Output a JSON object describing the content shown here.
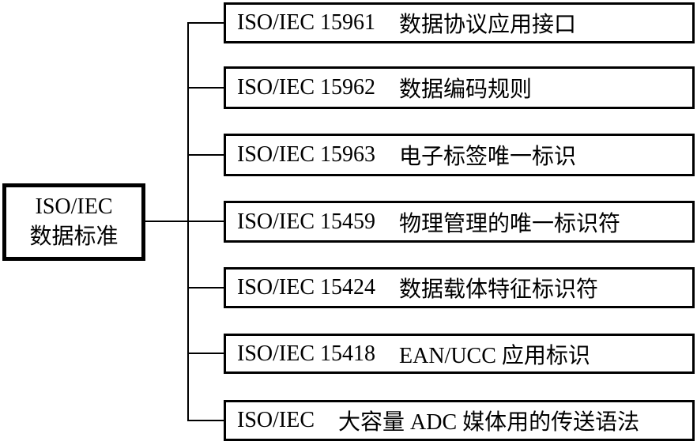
{
  "diagram": {
    "title": "ISO/IEC data standards tree",
    "colors": {
      "line": "#000000",
      "text": "#000000",
      "background": "#ffffff"
    },
    "root": {
      "line1": "ISO/IEC",
      "line2": "数据标准"
    },
    "standards": [
      {
        "code": "ISO/IEC 15961",
        "label": "数据协议应用接口"
      },
      {
        "code": "ISO/IEC 15962",
        "label": "数据编码规则"
      },
      {
        "code": "ISO/IEC 15963",
        "label": "电子标签唯一标识"
      },
      {
        "code": "ISO/IEC 15459",
        "label": "物理管理的唯一标识符"
      },
      {
        "code": "ISO/IEC 15424",
        "label": "数据载体特征标识符"
      },
      {
        "code": "ISO/IEC 15418",
        "label": "EAN/UCC 应用标识"
      },
      {
        "code": "ISO/IEC",
        "label": "大容量 ADC 媒体用的传送语法"
      }
    ]
  }
}
